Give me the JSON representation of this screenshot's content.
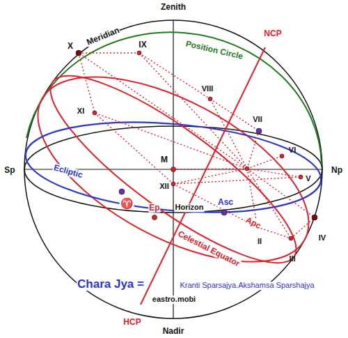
{
  "diagram": {
    "labels": [
      "Zenith",
      "Meridian",
      "NCP",
      "X",
      "IX",
      "Position Circle",
      "VIII",
      "XI",
      "VII",
      "Sp",
      "Np",
      "Ecliptic",
      "M",
      "VI",
      "V",
      "XII",
      "♈",
      "Asc",
      "Ep",
      "Horizon",
      "Apc",
      "IV",
      "II",
      "III",
      "Celestial Equator",
      "HCP",
      "eastro.mobi",
      "Nadir",
      "Chara Jya =",
      "Kranti Sparsajya.Akshamsa Sparshajya"
    ]
  }
}
